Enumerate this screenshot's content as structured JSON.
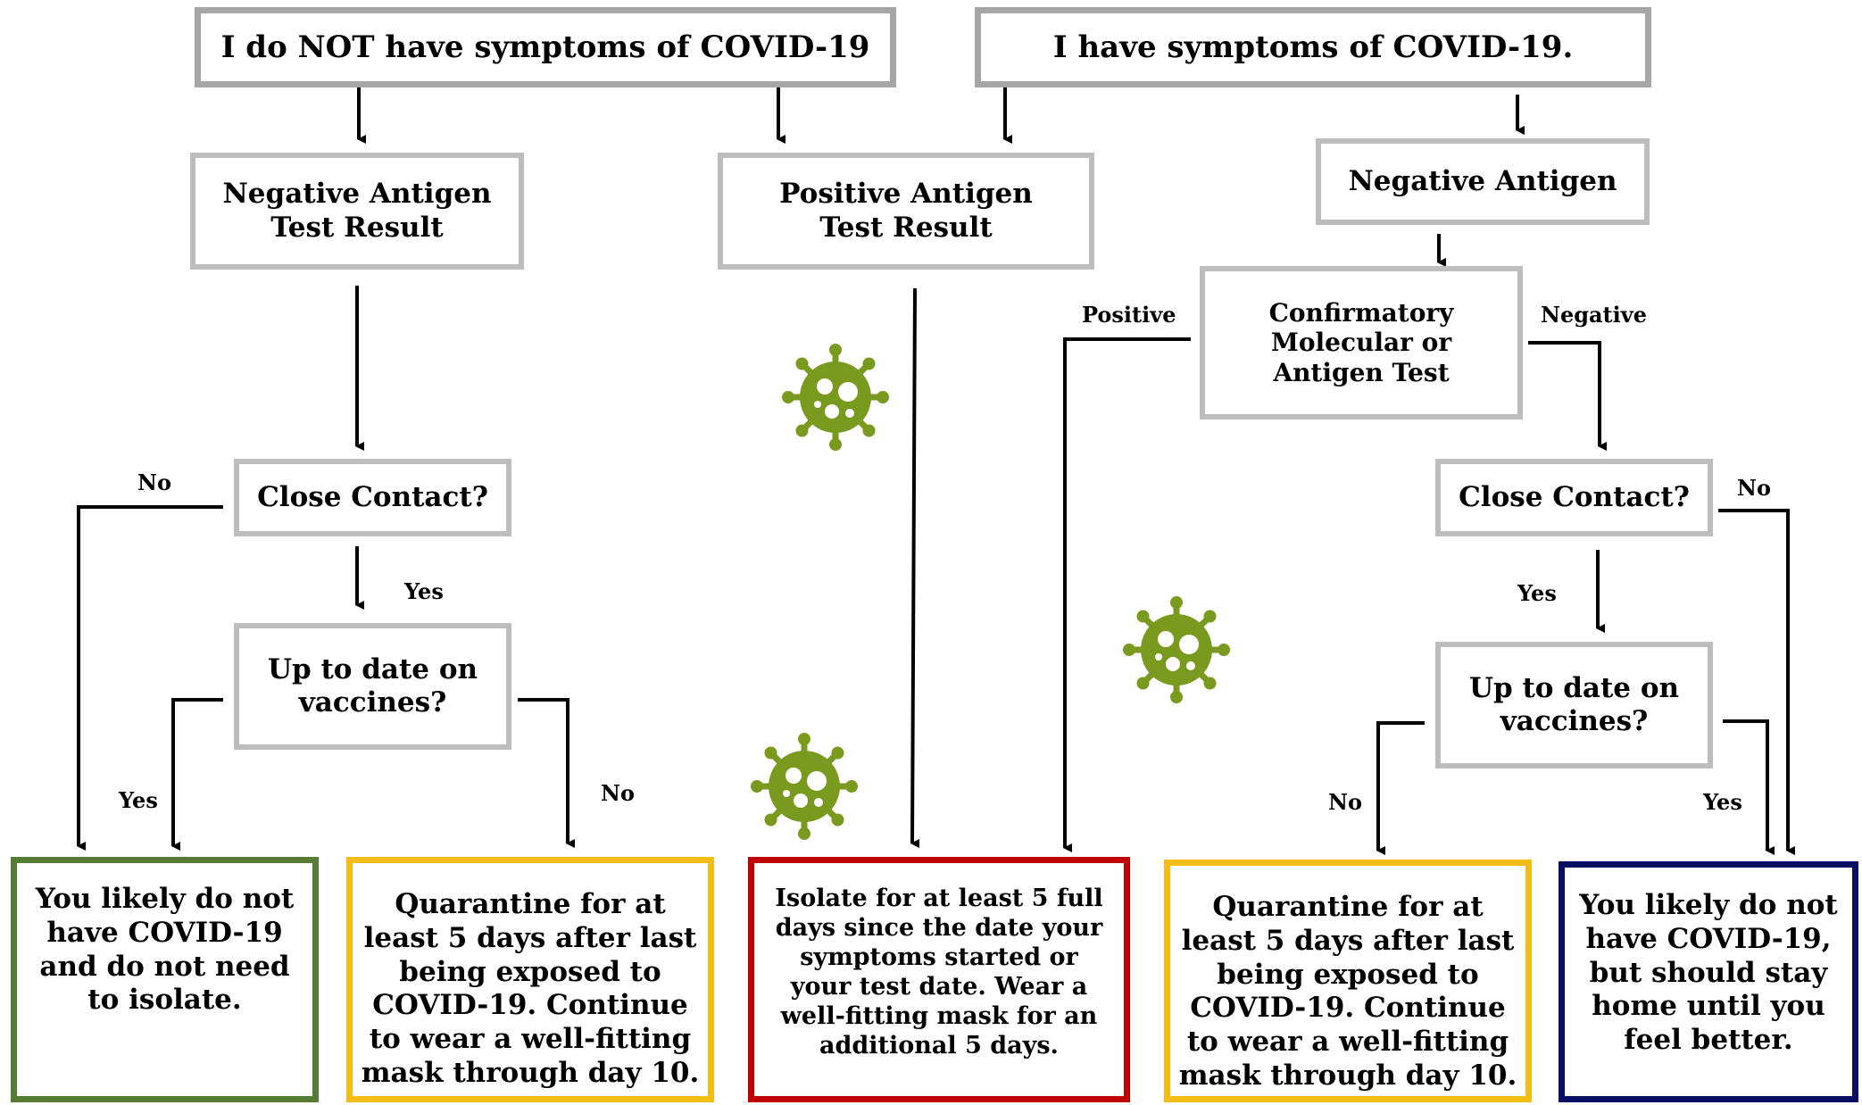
{
  "colors": {
    "box_border": "#bdbdbd",
    "top_border": "#a6a6a6",
    "green": "#557d33",
    "yellow": "#f4bd15",
    "red": "#c00000",
    "navy": "#0a0f63",
    "virus": "#7a9a1f"
  },
  "headers": {
    "no_symptoms": "I do NOT have symptoms of COVID-19",
    "symptoms": "I have symptoms of COVID-19."
  },
  "nodes": {
    "neg_antigen_left": "Negative Antigen\nTest Result",
    "pos_antigen": "Positive Antigen\nTest Result",
    "neg_antigen_right": "Negative Antigen",
    "confirmatory": "Confirmatory\nMolecular or\nAntigen Test",
    "close_contact_left": "Close Contact?",
    "vaccines_left": "Up to date on\nvaccines?",
    "close_contact_right": "Close Contact?",
    "vaccines_right": "Up to date on\nvaccines?"
  },
  "labels": {
    "no_left": "No",
    "yes_left_contact": "Yes",
    "yes_left_vaccine": "Yes",
    "no_left_vaccine": "No",
    "positive": "Positive",
    "negative": "Negative",
    "no_right_contact": "No",
    "yes_right_contact": "Yes",
    "no_right_vaccine": "No",
    "yes_right_vaccine": "Yes"
  },
  "outcomes": {
    "likely_not_left": "You likely do not\nhave COVID-19\nand do not need\nto isolate.",
    "quarantine_left": "Quarantine for at\nleast 5 days after last\nbeing exposed to\nCOVID-19. Continue\nto wear a well-fitting\nmask through day 10.",
    "isolate": "Isolate for at least 5 full\ndays since the date  your\nsymptoms started or\nyour test date.  Wear a\nwell-fitting mask for an\nadditional 5 days.",
    "quarantine_right": "Quarantine for at\nleast 5 days after last\nbeing exposed to\nCOVID-19. Continue\nto wear a well-fitting\nmask through day 10.",
    "likely_not_right": "You likely do not\nhave COVID-19,\nbut should stay\nhome until you\nfeel better."
  },
  "icons": [
    "virus-icon",
    "virus-icon",
    "virus-icon"
  ]
}
